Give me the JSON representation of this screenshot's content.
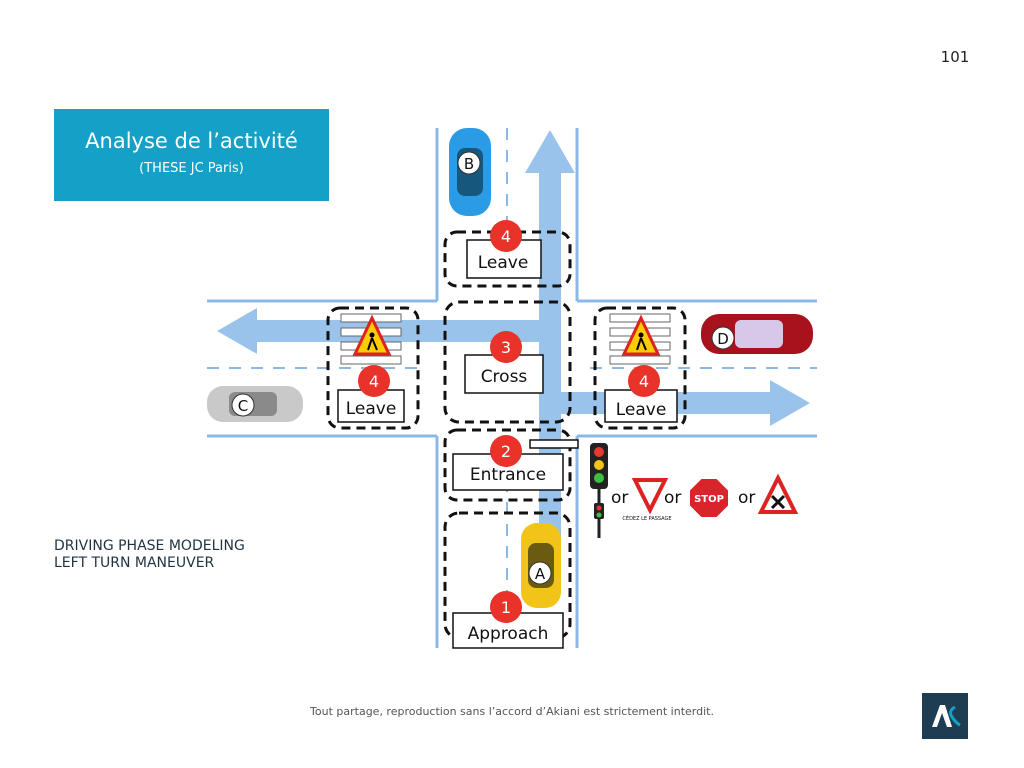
{
  "page_number": "101",
  "title": {
    "main": "Analyse de l’activité",
    "sub": "(THESE JC Paris)"
  },
  "caption": {
    "line1": "DRIVING PHASE MODELING",
    "line2": "LEFT TURN MANEUVER"
  },
  "footer": "Tout partage, reproduction sans l’accord d’Akiani est strictement interdit.",
  "diagram": {
    "phases": [
      {
        "number": "1",
        "label": "Approach"
      },
      {
        "number": "2",
        "label": "Entrance"
      },
      {
        "number": "3",
        "label": "Cross"
      },
      {
        "number": "4",
        "label": "Leave"
      }
    ],
    "vehicles": [
      "A",
      "B",
      "C",
      "D"
    ],
    "or_label": "or",
    "stop_label": "STOP",
    "yield_label": "CÉDEZ LE PASSAGE",
    "colors": {
      "road_line": "#8cb8e6",
      "arrow": "#8fbde9",
      "badge": "#e8322a",
      "title_bg": "#15a0c7",
      "car_a": "#f2c318",
      "car_b": "#2a9be4",
      "car_c": "#c9c9c9",
      "car_d": "#a8121c"
    }
  }
}
